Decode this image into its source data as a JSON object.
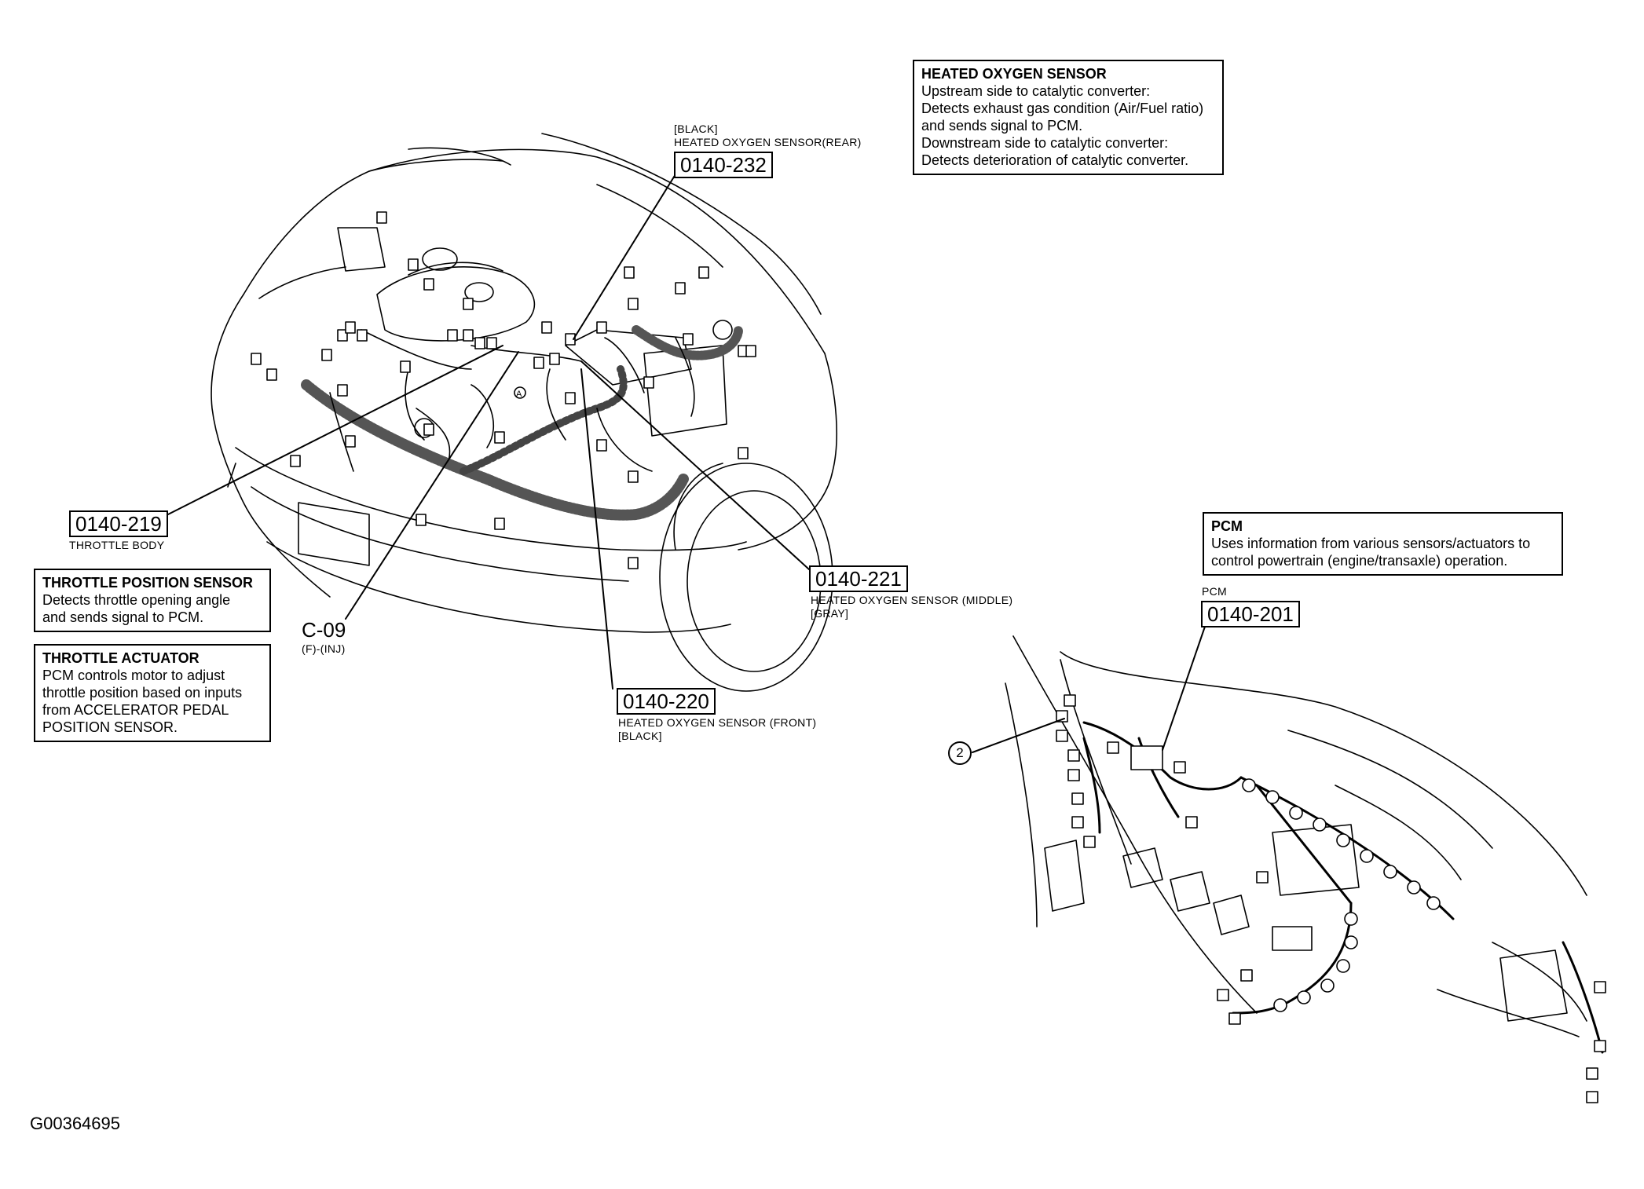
{
  "figure_id": "G00364695",
  "engine_bay": {
    "connectors": [
      {
        "id": "o2-rear",
        "code": "0140-232",
        "lines": [
          "[BLACK]",
          "HEATED OXYGEN SENSOR(REAR)"
        ]
      },
      {
        "id": "throttle",
        "code": "0140-219",
        "lines": [
          "THROTTLE BODY"
        ]
      },
      {
        "id": "o2-middle",
        "code": "0140-221",
        "lines": [
          "HEATED OXYGEN SENSOR (MIDDLE)",
          "[GRAY]"
        ]
      },
      {
        "id": "o2-front",
        "code": "0140-220",
        "lines": [
          "HEATED OXYGEN SENSOR (FRONT)",
          "[BLACK]"
        ]
      }
    ],
    "joint": {
      "code": "C-09",
      "sub": "(F)-(INJ)"
    },
    "marker": "A"
  },
  "info_boxes": {
    "heated_o2": {
      "title": "HEATED OXYGEN SENSOR",
      "lines": [
        "Upstream side to catalytic converter:",
        "Detects exhaust gas condition (Air/Fuel ratio)",
        "and sends signal to PCM.",
        "Downstream side to catalytic converter:",
        "Detects deterioration of catalytic converter."
      ]
    },
    "tps": {
      "title": "THROTTLE POSITION SENSOR",
      "lines": [
        "Detects throttle opening angle",
        "and sends signal to PCM."
      ]
    },
    "throttle_actuator": {
      "title": "THROTTLE ACTUATOR",
      "lines": [
        "PCM controls motor to adjust",
        "throttle position based on inputs",
        "from ACCELERATOR PEDAL",
        "POSITION SENSOR."
      ]
    },
    "pcm": {
      "title": "PCM",
      "lines": [
        "Uses information from various sensors/actuators to",
        "control powertrain (engine/transaxle) operation."
      ]
    }
  },
  "dash": {
    "pcm_label": "PCM",
    "pcm_code": "0140-201",
    "callout": "2"
  },
  "colors": {
    "ink": "#000000",
    "paper": "#ffffff"
  }
}
